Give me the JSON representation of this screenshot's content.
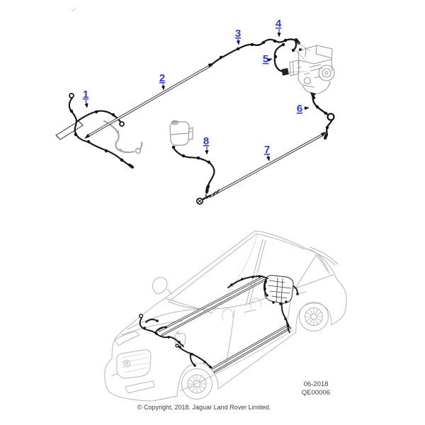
{
  "diagram": {
    "callouts": [
      {
        "number": "1"
      },
      {
        "number": "2"
      },
      {
        "number": "3"
      },
      {
        "number": "4"
      },
      {
        "number": "5"
      },
      {
        "number": "6"
      },
      {
        "number": "7"
      },
      {
        "number": "8"
      }
    ],
    "colors": {
      "callout_blue": "#2b3bd7",
      "part_line": "#1a1a1a",
      "component_gray": "#9b9b9b",
      "hose_gray": "#a6a6a6",
      "vehicle_line": "#b5b5b5"
    }
  },
  "footer": {
    "date": "06-2018",
    "code": "QE00006",
    "copyright": "© Copyright, 2018. Jaguar Land Rover Limited."
  }
}
